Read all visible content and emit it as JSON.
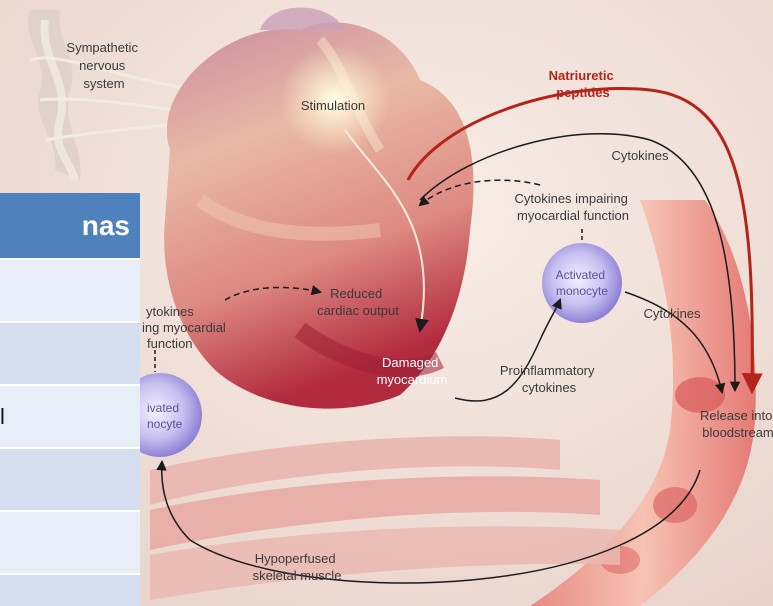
{
  "labels": {
    "sympathetic": [
      "Sympathetic",
      "nervous",
      "system"
    ],
    "stimulation": "Stimulation",
    "natriuretic": [
      "Natriuretic",
      "peptides"
    ],
    "cytokines_top": "Cytokines",
    "cytokines_impairing": [
      "Cytokines impairing",
      "myocardial function"
    ],
    "activated_monocyte": [
      "Activated",
      "monocyte"
    ],
    "cytokines_right": "Cytokines",
    "reduced_output": [
      "Reduced",
      "cardiac output"
    ],
    "cytokines_left": [
      "ytokines",
      "ing myocardial",
      "function"
    ],
    "damaged": [
      "Damaged",
      "myocardium"
    ],
    "proinflammatory": [
      "Proinflammatory",
      "cytokines"
    ],
    "release": [
      "Release into",
      "bloodstream"
    ],
    "left_monocyte": [
      "ivated",
      "nocyte"
    ],
    "hypoperfused": [
      "Hypoperfused",
      "skeletal muscle"
    ]
  },
  "table": {
    "header": "nas",
    "rows": [
      "",
      "",
      "l",
      "",
      "",
      ""
    ]
  }
}
